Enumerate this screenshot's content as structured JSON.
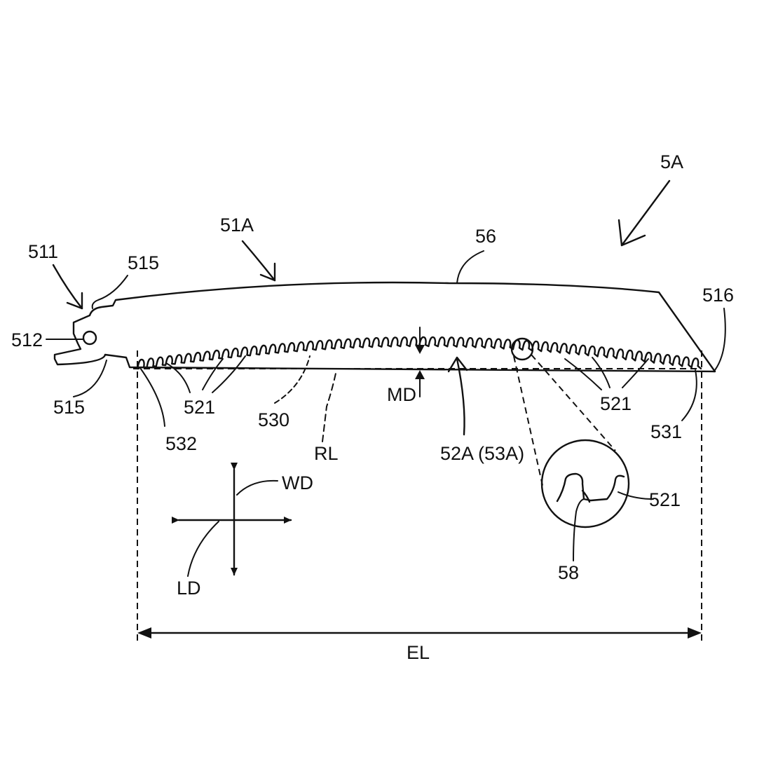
{
  "labels": {
    "figure_ref": "5A",
    "blade_body": "51A",
    "back_edge": "56",
    "tang": "511",
    "tang_hole": "512",
    "tang_shoulder_top": "515",
    "tang_shoulder_bottom": "515",
    "tip": "516",
    "teeth_left": "521",
    "teeth_right": "521",
    "teeth_detail": "521",
    "tooth_rear_end": "532",
    "tooth_line": "530",
    "reference_line": "RL",
    "cutting_edge": "52A (53A)",
    "max_deviation": "MD",
    "tooth_front_end": "531",
    "width_direction": "WD",
    "length_direction": "LD",
    "detail_feature": "58",
    "edge_length": "EL"
  },
  "colors": {
    "ink": "#111111",
    "background": "#ffffff"
  }
}
